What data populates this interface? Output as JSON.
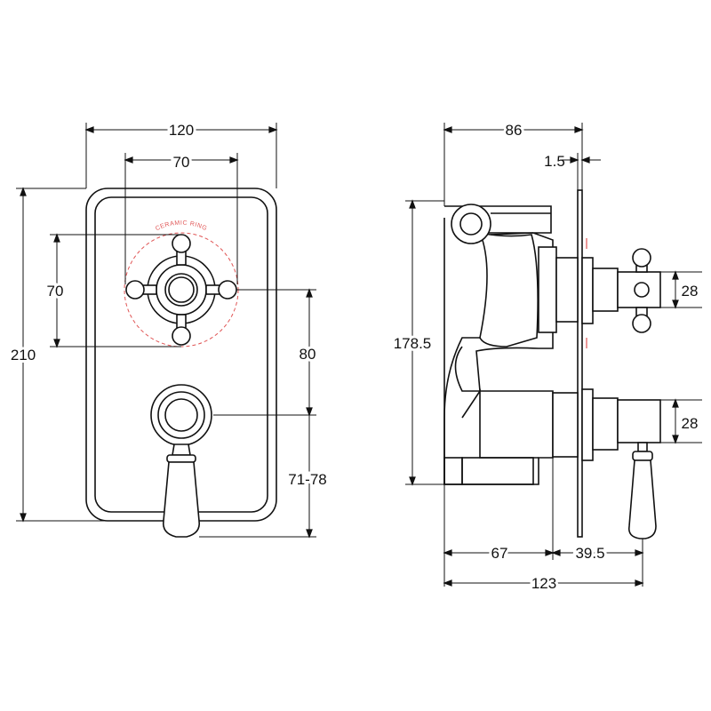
{
  "front_view": {
    "width_label": "120",
    "handle_spacing_label": "70",
    "height_label": "210",
    "vertical_handle_label": "70",
    "center_distance_label": "80",
    "lever_projection_label": "71-78",
    "ring_label": "CERAMIC RING"
  },
  "side_view": {
    "depth_label": "86",
    "plate_label": "1.5",
    "height_label": "178.5",
    "top_spindle_label": "28",
    "bottom_spindle_label": "28",
    "body_depth_label": "67",
    "projection_label": "39.5",
    "total_depth_label": "123"
  },
  "colors": {
    "line": "#111111",
    "accent": "#e05555",
    "background": "#ffffff"
  }
}
